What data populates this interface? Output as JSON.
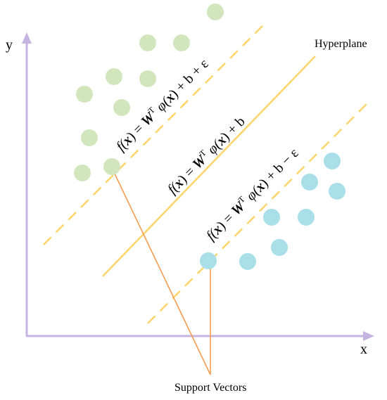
{
  "axes": {
    "x_label": "x",
    "y_label": "y",
    "color": "#c5b4e1"
  },
  "hyperplane_label": "Hyperplane",
  "support_vectors_label": "Support Vectors",
  "equations": {
    "upper": {
      "prefix": "f(",
      "x1": "x",
      "mid1": ") = ",
      "W": "W",
      "T": "T",
      "mid2": " φ(",
      "x2": "x",
      "suffix": ") + b + ε"
    },
    "center": {
      "prefix": "f(",
      "x1": "x",
      "mid1": ") = ",
      "W": "W",
      "T": "T",
      "mid2": " φ(",
      "x2": "x",
      "suffix": ") + b"
    },
    "lower": {
      "prefix": "f(",
      "x1": "x",
      "mid1": ") = ",
      "W": "W",
      "T": "T",
      "mid2": " φ(",
      "x2": "x",
      "suffix": ") + b − ε"
    }
  },
  "colors": {
    "green_points": "#d2e6be",
    "blue_points": "#a8dfe8",
    "hyperplane_line": "#fbd56a",
    "support_lines": "#f59b4f",
    "axis": "#c5b4e1"
  }
}
